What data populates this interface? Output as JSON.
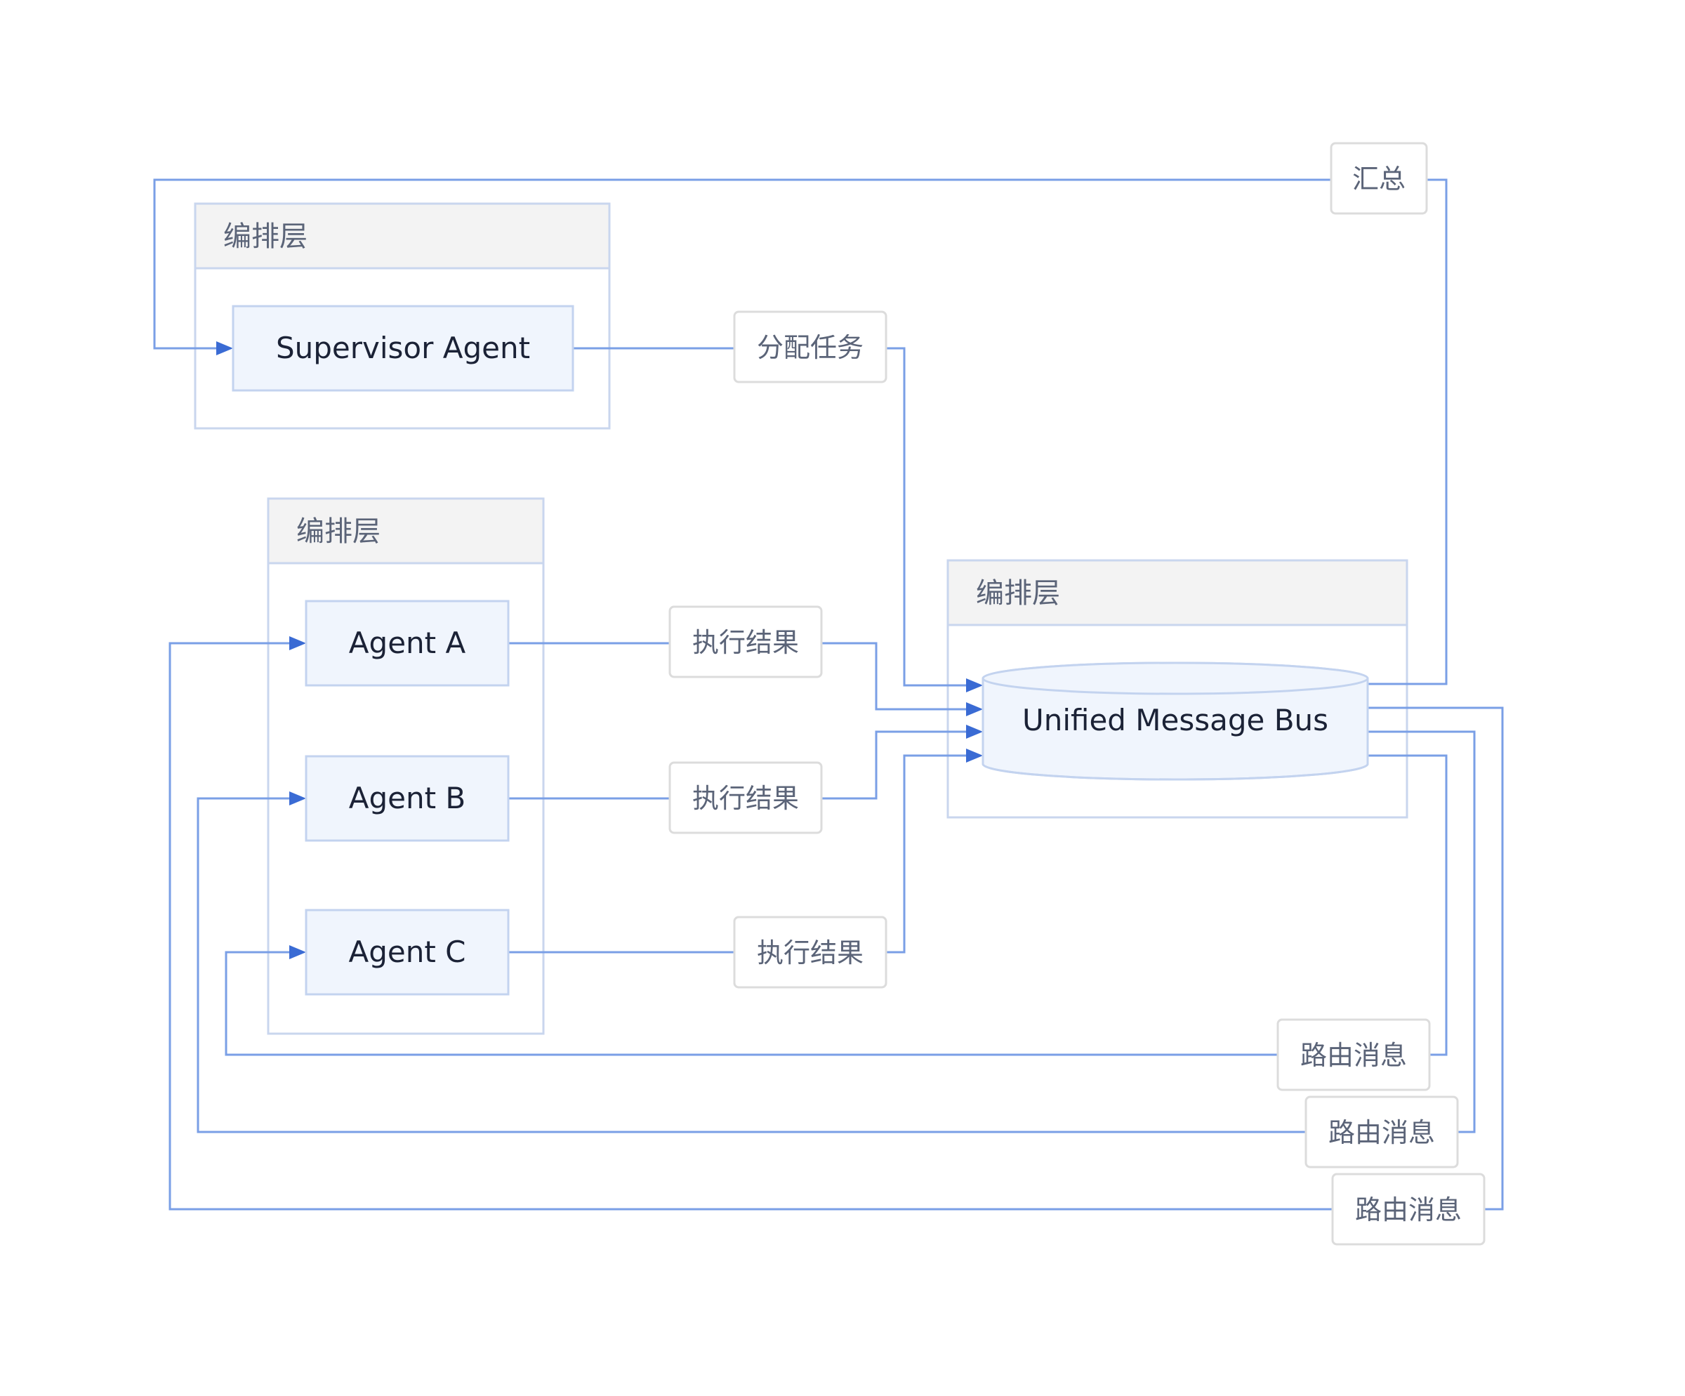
{
  "groups": {
    "orchestration": {
      "title": "编排层"
    },
    "agents": {
      "title": "编排层"
    },
    "bus": {
      "title": "编排层"
    }
  },
  "nodes": {
    "supervisor": "Supervisor Agent",
    "agent_a": "Agent A",
    "agent_b": "Agent B",
    "agent_c": "Agent C",
    "message_bus": "Unified Message Bus"
  },
  "edge_labels": {
    "aggregate": "汇总",
    "assign": "分配任务",
    "result_a": "执行结果",
    "result_b": "执行结果",
    "result_c": "执行结果",
    "route_c": "路由消息",
    "route_b": "路由消息",
    "route_a": "路由消息"
  },
  "colors": {
    "edge": "#7a9fe6",
    "arrow": "#3a6bd4",
    "node_fill": "#f0f5fd",
    "group_header": "#f3f3f3"
  }
}
